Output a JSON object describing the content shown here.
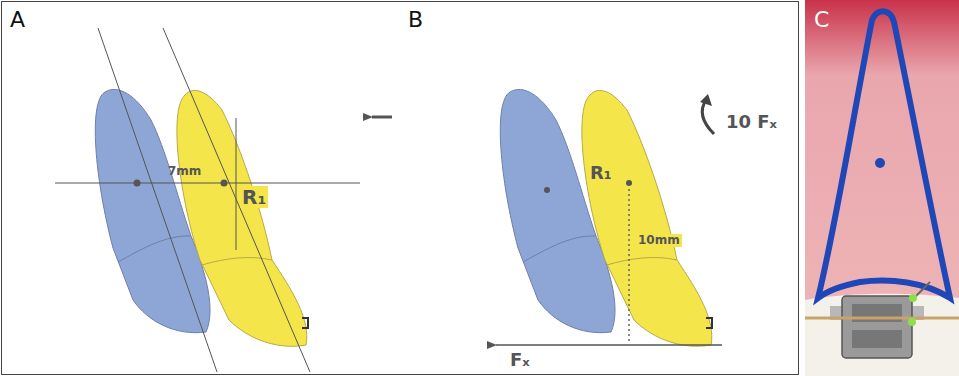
{
  "diagram": {
    "labels": [
      "A",
      "7mm",
      "R₁",
      "B",
      "R₁",
      "10mm",
      "10 Fₓ",
      "Fₓ",
      "C"
    ]
  }
}
